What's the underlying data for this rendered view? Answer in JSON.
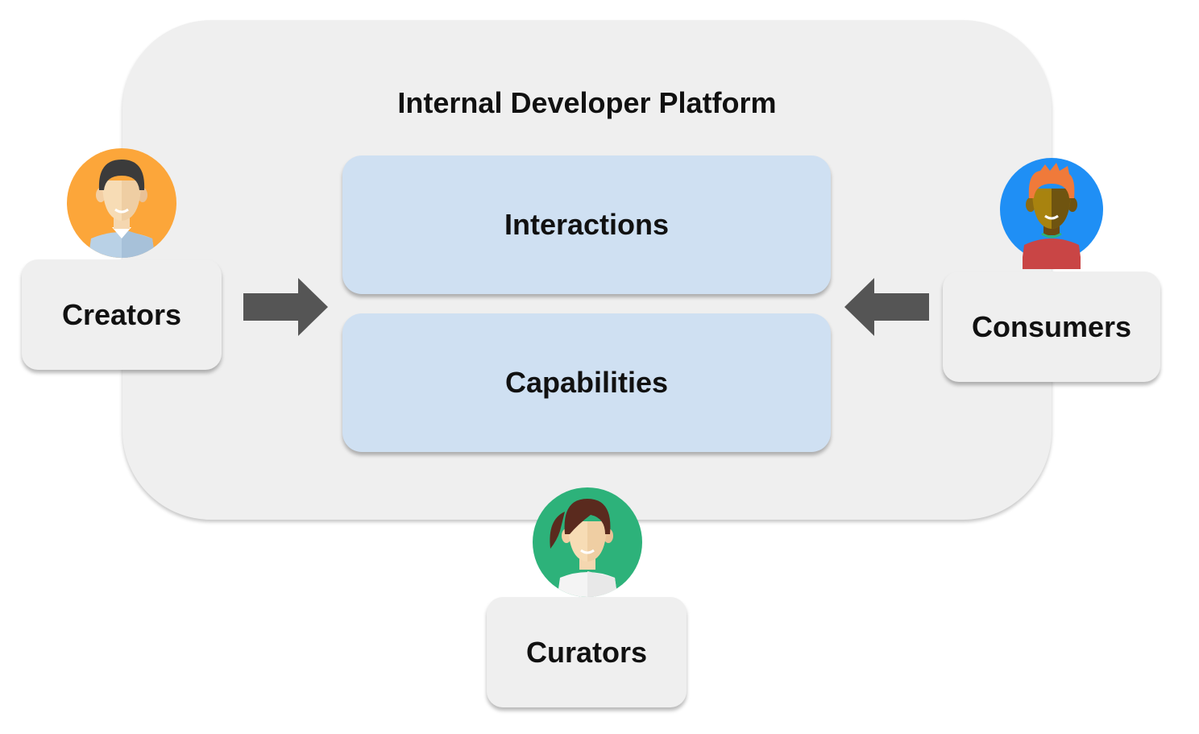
{
  "platform": {
    "title": "Internal Developer Platform",
    "layers": [
      {
        "label": "Interactions"
      },
      {
        "label": "Capabilities"
      }
    ]
  },
  "roles": {
    "creators": {
      "label": "Creators",
      "avatar_icon": "man-avatar-icon",
      "avatar_color": "#fca63a"
    },
    "consumers": {
      "label": "Consumers",
      "avatar_icon": "man-avatar-icon",
      "avatar_color": "#1f8ff5"
    },
    "curators": {
      "label": "Curators",
      "avatar_icon": "woman-avatar-icon",
      "avatar_color": "#2db27a"
    }
  },
  "colors": {
    "platform_bg": "#efefef",
    "layer_bg": "#cfe0f2",
    "arrow": "#555555"
  }
}
